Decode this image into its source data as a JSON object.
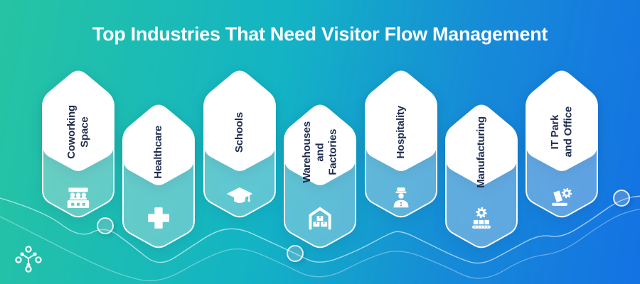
{
  "title": "Top Industries That Need Visitor Flow Management",
  "colors": {
    "background_left": "#26c4a2",
    "background_mid": "#13b4c4",
    "background_right": "#1472e3",
    "card_body": "#ffffff",
    "card_label": "#1d2b4f",
    "icon": "#ffffff"
  },
  "cards": [
    {
      "id": "coworking-space",
      "label": "Coworking Space",
      "lines": [
        "Coworking",
        "Space"
      ],
      "icon": "coworking-icon"
    },
    {
      "id": "healthcare",
      "label": "Healthcare",
      "lines": [
        "Healthcare"
      ],
      "icon": "healthcare-cross-icon"
    },
    {
      "id": "schools",
      "label": "Schools",
      "lines": [
        "Schools"
      ],
      "icon": "graduation-cap-icon"
    },
    {
      "id": "warehouses-factories",
      "label": "Warehouses and Factories",
      "lines": [
        "Warehouses",
        "and",
        "Factories"
      ],
      "icon": "warehouse-icon"
    },
    {
      "id": "hospitality",
      "label": "Hospitality",
      "lines": [
        "Hospitality"
      ],
      "icon": "bellhop-icon"
    },
    {
      "id": "manufacturing",
      "label": "Manufacturing",
      "lines": [
        "Manufacturing"
      ],
      "icon": "gear-conveyor-icon"
    },
    {
      "id": "it-park-office",
      "label": "IT Park and Office",
      "lines": [
        "IT Park",
        "and Office"
      ],
      "icon": "laptop-gear-icon"
    }
  ]
}
